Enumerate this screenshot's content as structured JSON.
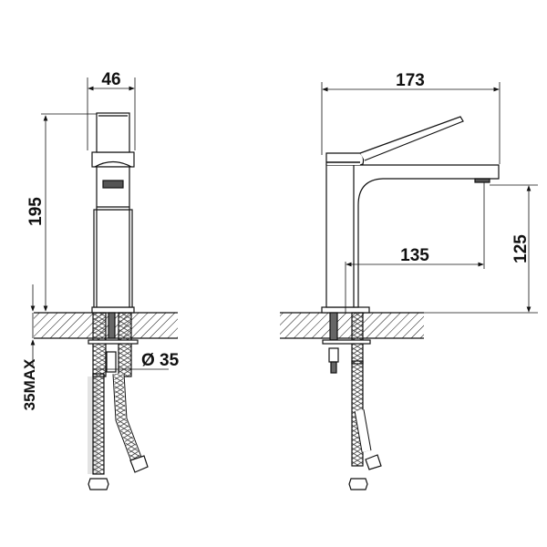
{
  "drawing": {
    "subject": "Basin mixer faucet technical drawing",
    "views": [
      "front",
      "side"
    ],
    "line_color": "#111111",
    "background": "#ffffff"
  },
  "front_view": {
    "width_dim": "46",
    "height_dim": "195",
    "hole_dim": "Ø 35",
    "counter_dim": "35MAX"
  },
  "side_view": {
    "length_dim": "173",
    "reach_dim": "135",
    "spout_height_dim": "125"
  }
}
